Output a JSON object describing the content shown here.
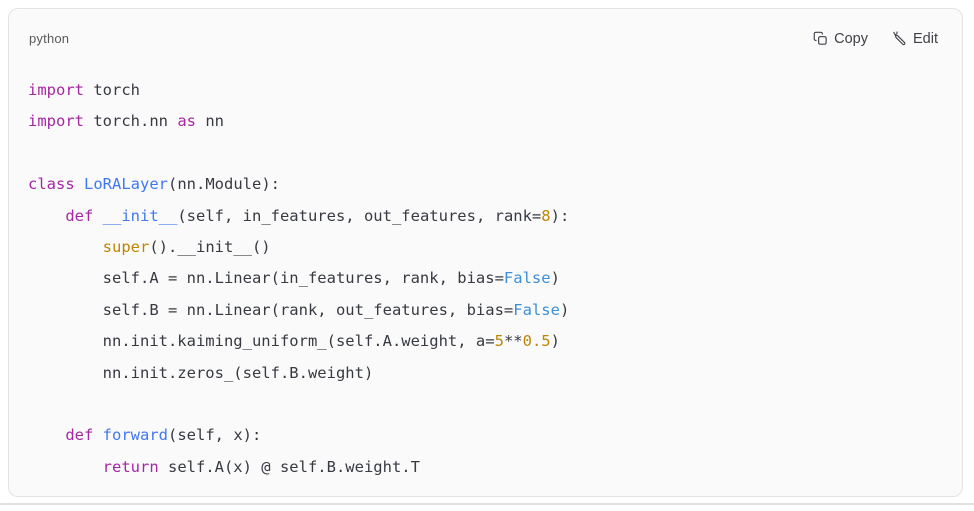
{
  "header": {
    "language": "python",
    "copy_label": "Copy",
    "edit_label": "Edit"
  },
  "colors": {
    "block_background": "#fafafa",
    "block_border": "#e3e3e6",
    "keyword": "#a626a4",
    "function_name": "#4078f2",
    "number": "#c18401",
    "builtin": "#c18401",
    "boolean": "#3d8fd6",
    "default_text": "#383a42",
    "header_text": "#595959",
    "button_text": "#3f3f46",
    "separator": "#e1e1e3"
  },
  "code": {
    "language": "python",
    "lines": [
      [
        {
          "t": "kw",
          "v": "import"
        },
        {
          "t": "pl",
          "v": " torch"
        }
      ],
      [
        {
          "t": "kw",
          "v": "import"
        },
        {
          "t": "pl",
          "v": " torch.nn "
        },
        {
          "t": "kw",
          "v": "as"
        },
        {
          "t": "pl",
          "v": " nn"
        }
      ],
      [],
      [
        {
          "t": "kw",
          "v": "class"
        },
        {
          "t": "pl",
          "v": " "
        },
        {
          "t": "fn",
          "v": "LoRALayer"
        },
        {
          "t": "pl",
          "v": "(nn.Module):"
        }
      ],
      [
        {
          "t": "pl",
          "v": "    "
        },
        {
          "t": "kw",
          "v": "def"
        },
        {
          "t": "pl",
          "v": " "
        },
        {
          "t": "fn",
          "v": "__init__"
        },
        {
          "t": "pl",
          "v": "(self, in_features, out_features, rank="
        },
        {
          "t": "num",
          "v": "8"
        },
        {
          "t": "pl",
          "v": "):"
        }
      ],
      [
        {
          "t": "pl",
          "v": "        "
        },
        {
          "t": "bi",
          "v": "super"
        },
        {
          "t": "pl",
          "v": "().__init__()"
        }
      ],
      [
        {
          "t": "pl",
          "v": "        self.A = nn.Linear(in_features, rank, bias="
        },
        {
          "t": "bool",
          "v": "False"
        },
        {
          "t": "pl",
          "v": ")"
        }
      ],
      [
        {
          "t": "pl",
          "v": "        self.B = nn.Linear(rank, out_features, bias="
        },
        {
          "t": "bool",
          "v": "False"
        },
        {
          "t": "pl",
          "v": ")"
        }
      ],
      [
        {
          "t": "pl",
          "v": "        nn.init.kaiming_uniform_(self.A.weight, a="
        },
        {
          "t": "num",
          "v": "5"
        },
        {
          "t": "pl",
          "v": "**"
        },
        {
          "t": "num",
          "v": "0.5"
        },
        {
          "t": "pl",
          "v": ")"
        }
      ],
      [
        {
          "t": "pl",
          "v": "        nn.init.zeros_(self.B.weight)"
        }
      ],
      [],
      [
        {
          "t": "pl",
          "v": "    "
        },
        {
          "t": "kw",
          "v": "def"
        },
        {
          "t": "pl",
          "v": " "
        },
        {
          "t": "fn",
          "v": "forward"
        },
        {
          "t": "pl",
          "v": "(self, x):"
        }
      ],
      [
        {
          "t": "pl",
          "v": "        "
        },
        {
          "t": "kw",
          "v": "return"
        },
        {
          "t": "pl",
          "v": " self.A(x) @ self.B.weight.T"
        }
      ]
    ]
  }
}
